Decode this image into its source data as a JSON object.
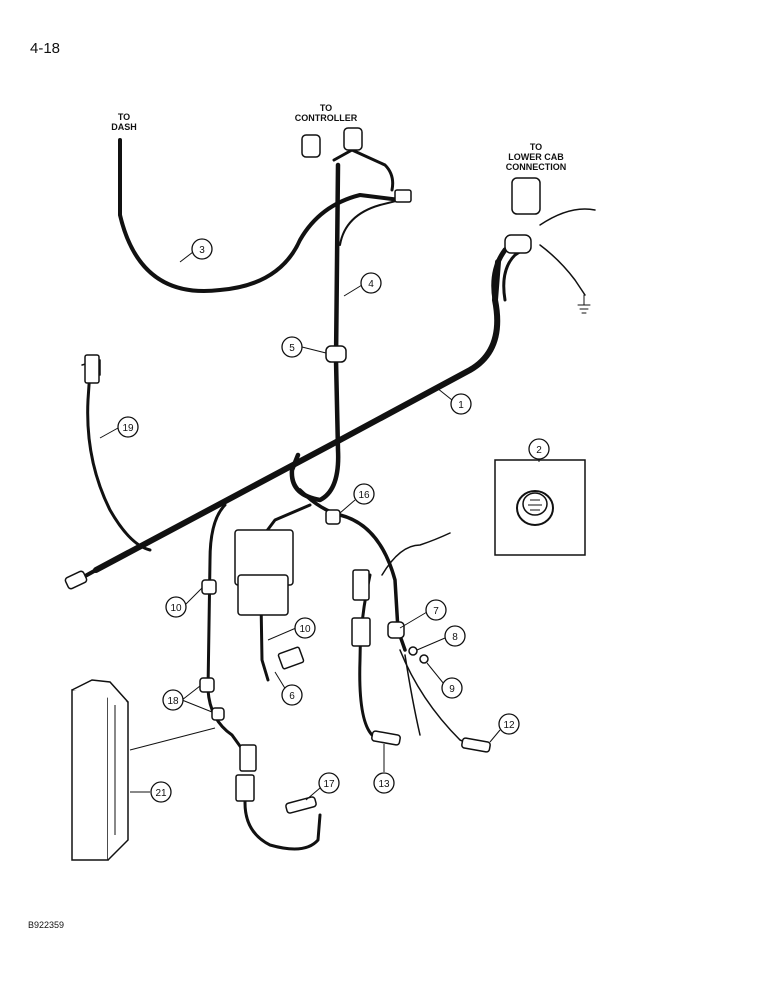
{
  "page_number": "4-18",
  "document_code": "B922359",
  "labels": {
    "to_dash_1": "TO",
    "to_dash_2": "DASH",
    "to_controller_1": "TO",
    "to_controller_2": "CONTROLLER",
    "to_lower_cab_1": "TO",
    "to_lower_cab_2": "LOWER CAB",
    "to_lower_cab_3": "CONNECTION"
  },
  "callouts": [
    {
      "id": "c1",
      "text": "1"
    },
    {
      "id": "c2",
      "text": "2"
    },
    {
      "id": "c3",
      "text": "3"
    },
    {
      "id": "c4",
      "text": "4"
    },
    {
      "id": "c5",
      "text": "5"
    },
    {
      "id": "c6",
      "text": "6"
    },
    {
      "id": "c7",
      "text": "7"
    },
    {
      "id": "c8",
      "text": "8"
    },
    {
      "id": "c9",
      "text": "9"
    },
    {
      "id": "c10a",
      "text": "10"
    },
    {
      "id": "c10b",
      "text": "10"
    },
    {
      "id": "c12",
      "text": "12"
    },
    {
      "id": "c13",
      "text": "13"
    },
    {
      "id": "c16",
      "text": "16"
    },
    {
      "id": "c17",
      "text": "17"
    },
    {
      "id": "c18",
      "text": "18"
    },
    {
      "id": "c19",
      "text": "19"
    },
    {
      "id": "c21",
      "text": "21"
    }
  ]
}
